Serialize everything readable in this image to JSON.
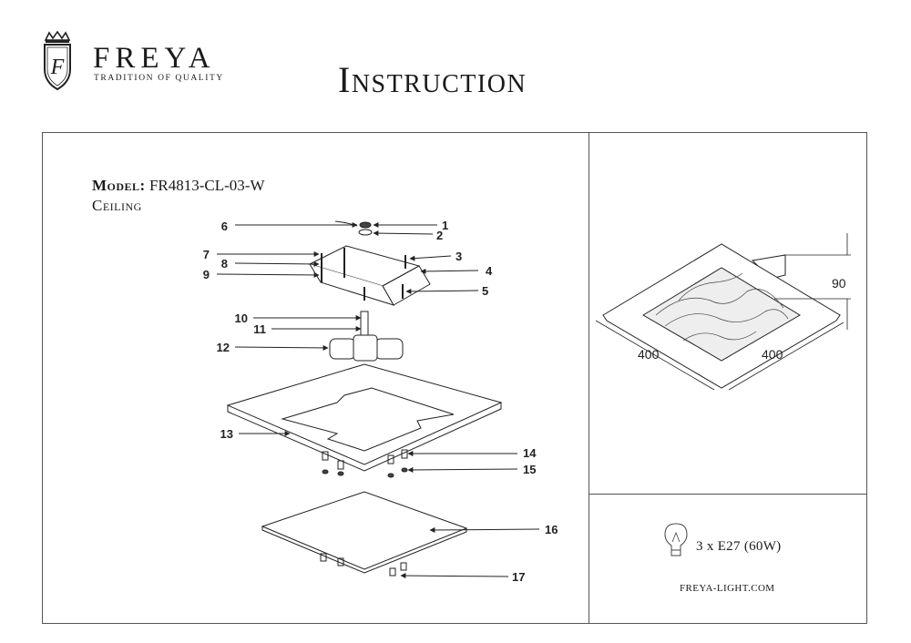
{
  "brand": {
    "name": "FREYA",
    "tagline": "TRADITION OF QUALITY"
  },
  "title": "Instruction",
  "model": {
    "label": "Model:",
    "code": "FR4813-CL-03-W",
    "type": "Ceiling"
  },
  "parts": [
    "1",
    "2",
    "3",
    "4",
    "5",
    "6",
    "7",
    "8",
    "9",
    "10",
    "11",
    "12",
    "13",
    "14",
    "15",
    "16",
    "17"
  ],
  "dimensions": {
    "height": "90",
    "width": "400",
    "depth": "400"
  },
  "lamp": {
    "spec": "3 x E27 (60W)"
  },
  "website": "FREYA-LIGHT.COM"
}
